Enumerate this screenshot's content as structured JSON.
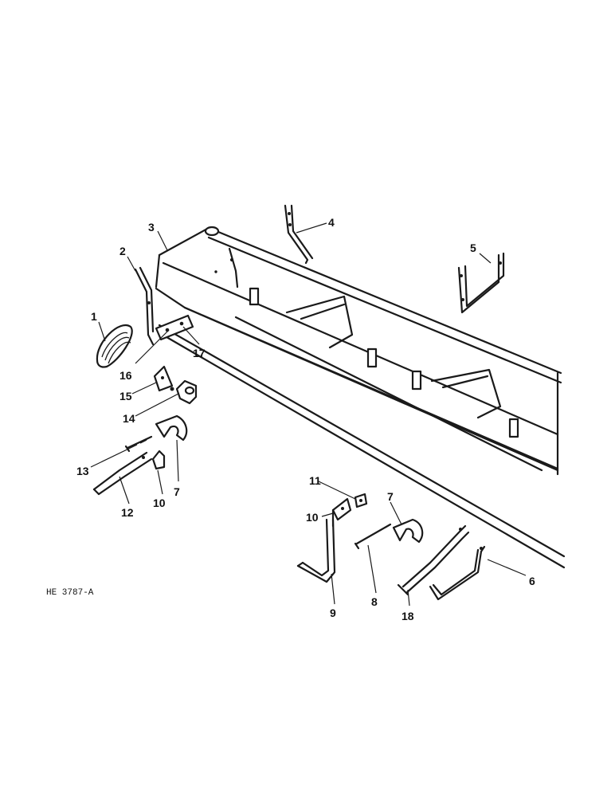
{
  "figure_id": "HE 3787-A",
  "callouts": [
    {
      "key": "c1",
      "label": "1"
    },
    {
      "key": "c2",
      "label": "2"
    },
    {
      "key": "c3",
      "label": "3"
    },
    {
      "key": "c4",
      "label": "4"
    },
    {
      "key": "c5",
      "label": "5"
    },
    {
      "key": "c6",
      "label": "6"
    },
    {
      "key": "c7a",
      "label": "7"
    },
    {
      "key": "c7b",
      "label": "7"
    },
    {
      "key": "c8",
      "label": "8"
    },
    {
      "key": "c9",
      "label": "9"
    },
    {
      "key": "c10a",
      "label": "10"
    },
    {
      "key": "c10b",
      "label": "10"
    },
    {
      "key": "c11",
      "label": "11"
    },
    {
      "key": "c12",
      "label": "12"
    },
    {
      "key": "c13",
      "label": "13"
    },
    {
      "key": "c14",
      "label": "14"
    },
    {
      "key": "c15",
      "label": "15"
    },
    {
      "key": "c16",
      "label": "16"
    },
    {
      "key": "c17",
      "label": "17"
    },
    {
      "key": "c18",
      "label": "18"
    }
  ]
}
